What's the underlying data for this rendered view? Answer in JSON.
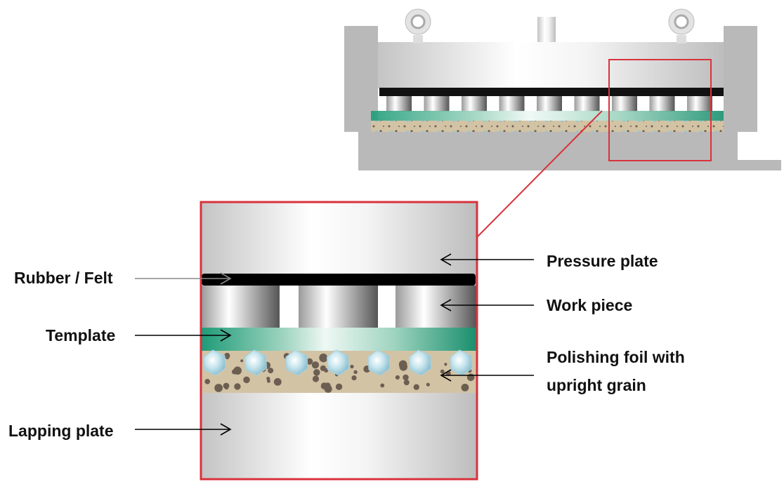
{
  "labels": {
    "pressure_plate": "Pressure plate",
    "work_piece": "Work piece",
    "polishing_foil_line1": "Polishing foil with",
    "polishing_foil_line2": "upright grain",
    "rubber_felt": "Rubber / Felt",
    "template": "Template",
    "lapping_plate": "Lapping plate"
  },
  "colors": {
    "highlight": "#d9323c",
    "template": "#2fae8a",
    "foil": "#d2c3a5",
    "rubber": "#000000",
    "frame": "#b9b9b9"
  }
}
